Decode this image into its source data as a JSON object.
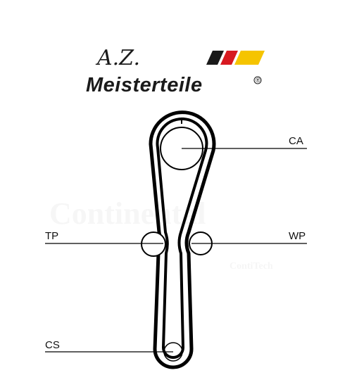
{
  "logo": {
    "script_text": "A.Z.",
    "brand_text": "Meisterteile",
    "registered_mark": "®",
    "flag_colors": [
      "#1a1a1a",
      "#d71920",
      "#f5c400"
    ]
  },
  "watermark": {
    "text": "Continental",
    "subtext": "ContiTech"
  },
  "diagram": {
    "belt_color": "#000000",
    "pulleys": {
      "ca": {
        "label": "CA"
      },
      "tp": {
        "label": "TP"
      },
      "wp": {
        "label": "WP"
      },
      "cs": {
        "label": "CS"
      }
    }
  }
}
